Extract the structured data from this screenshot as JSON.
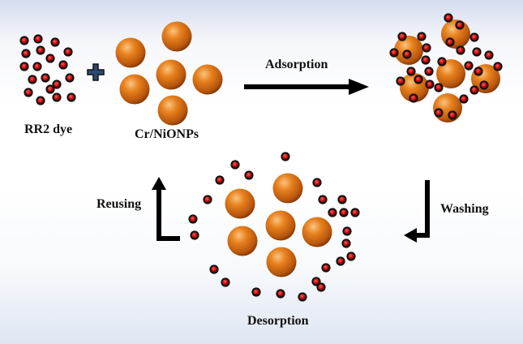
{
  "labels": {
    "dye": "RR2 dye",
    "nanoparticles": "Cr/NiONPs",
    "adsorption": "Adsorption",
    "washing": "Washing",
    "reusing": "Reusing",
    "desorption": "Desorption"
  },
  "colors": {
    "dye_core": "#cc1111",
    "dye_ring": "#111111",
    "particle": "#e07a1c",
    "particle_dark": "#8a3a06",
    "arrow": "#000000",
    "plus": "#2a4a75"
  },
  "icons": {
    "plus": "plus-icon",
    "adsorption_arrow": "right-arrow-icon",
    "washing_arrow": "hook-down-arrow-icon",
    "reusing_arrow": "hook-up-arrow-icon"
  }
}
